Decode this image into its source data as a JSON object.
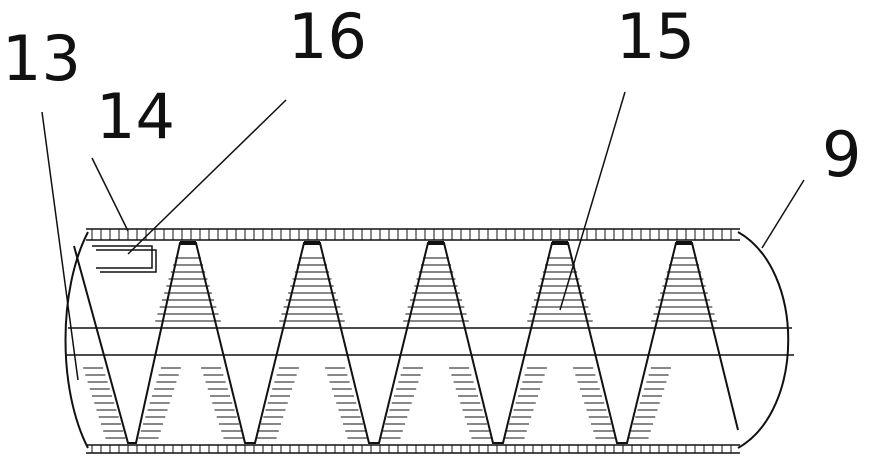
{
  "labels": {
    "l13": "13",
    "l14": "14",
    "l16": "16",
    "l15": "15",
    "l9": "9"
  },
  "diagram": {
    "spiral_turns": 5,
    "stroke_color": "#111111",
    "background": "#ffffff"
  }
}
